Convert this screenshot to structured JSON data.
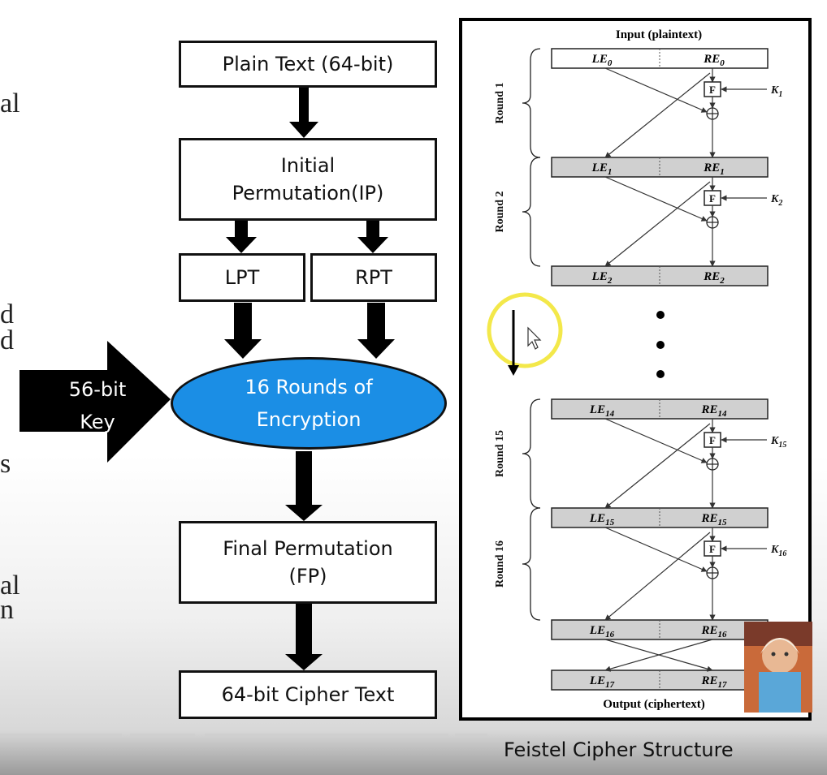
{
  "left_fragments": [
    "al",
    "d",
    "d",
    "s",
    "al",
    "n"
  ],
  "flow": {
    "plain_text": "Plain Text (64-bit)",
    "ip_line1": "Initial",
    "ip_line2": "Permutation(IP)",
    "lpt": "LPT",
    "rpt": "RPT",
    "rounds_line1": "16 Rounds of",
    "rounds_line2": "Encryption",
    "key_line1": "56-bit",
    "key_line2": "Key",
    "fp_line1": "Final Permutation",
    "fp_line2": "(FP)",
    "cipher_text": "64-bit Cipher Text"
  },
  "feistel": {
    "input_label": "Input (plaintext)",
    "output_label": "Output (ciphertext)",
    "rounds": [
      "Round 1",
      "Round 2",
      "Round 15",
      "Round 16"
    ],
    "le": [
      "LE",
      "LE",
      "LE",
      "LE",
      "LE",
      "LE",
      "LE"
    ],
    "re": [
      "RE",
      "RE",
      "RE",
      "RE",
      "RE",
      "RE",
      "RE"
    ],
    "subscripts": [
      "0",
      "1",
      "2",
      "14",
      "15",
      "16",
      "17"
    ],
    "f_label": "F",
    "k": "K",
    "k_subscripts": [
      "1",
      "2",
      "15",
      "16"
    ],
    "xor": "⊕"
  },
  "caption": "Feistel Cipher Structure",
  "colors": {
    "ellipse_fill": "#1b8ee5",
    "gray_block": "#d0d0d0",
    "highlight": "#f3e84a"
  }
}
